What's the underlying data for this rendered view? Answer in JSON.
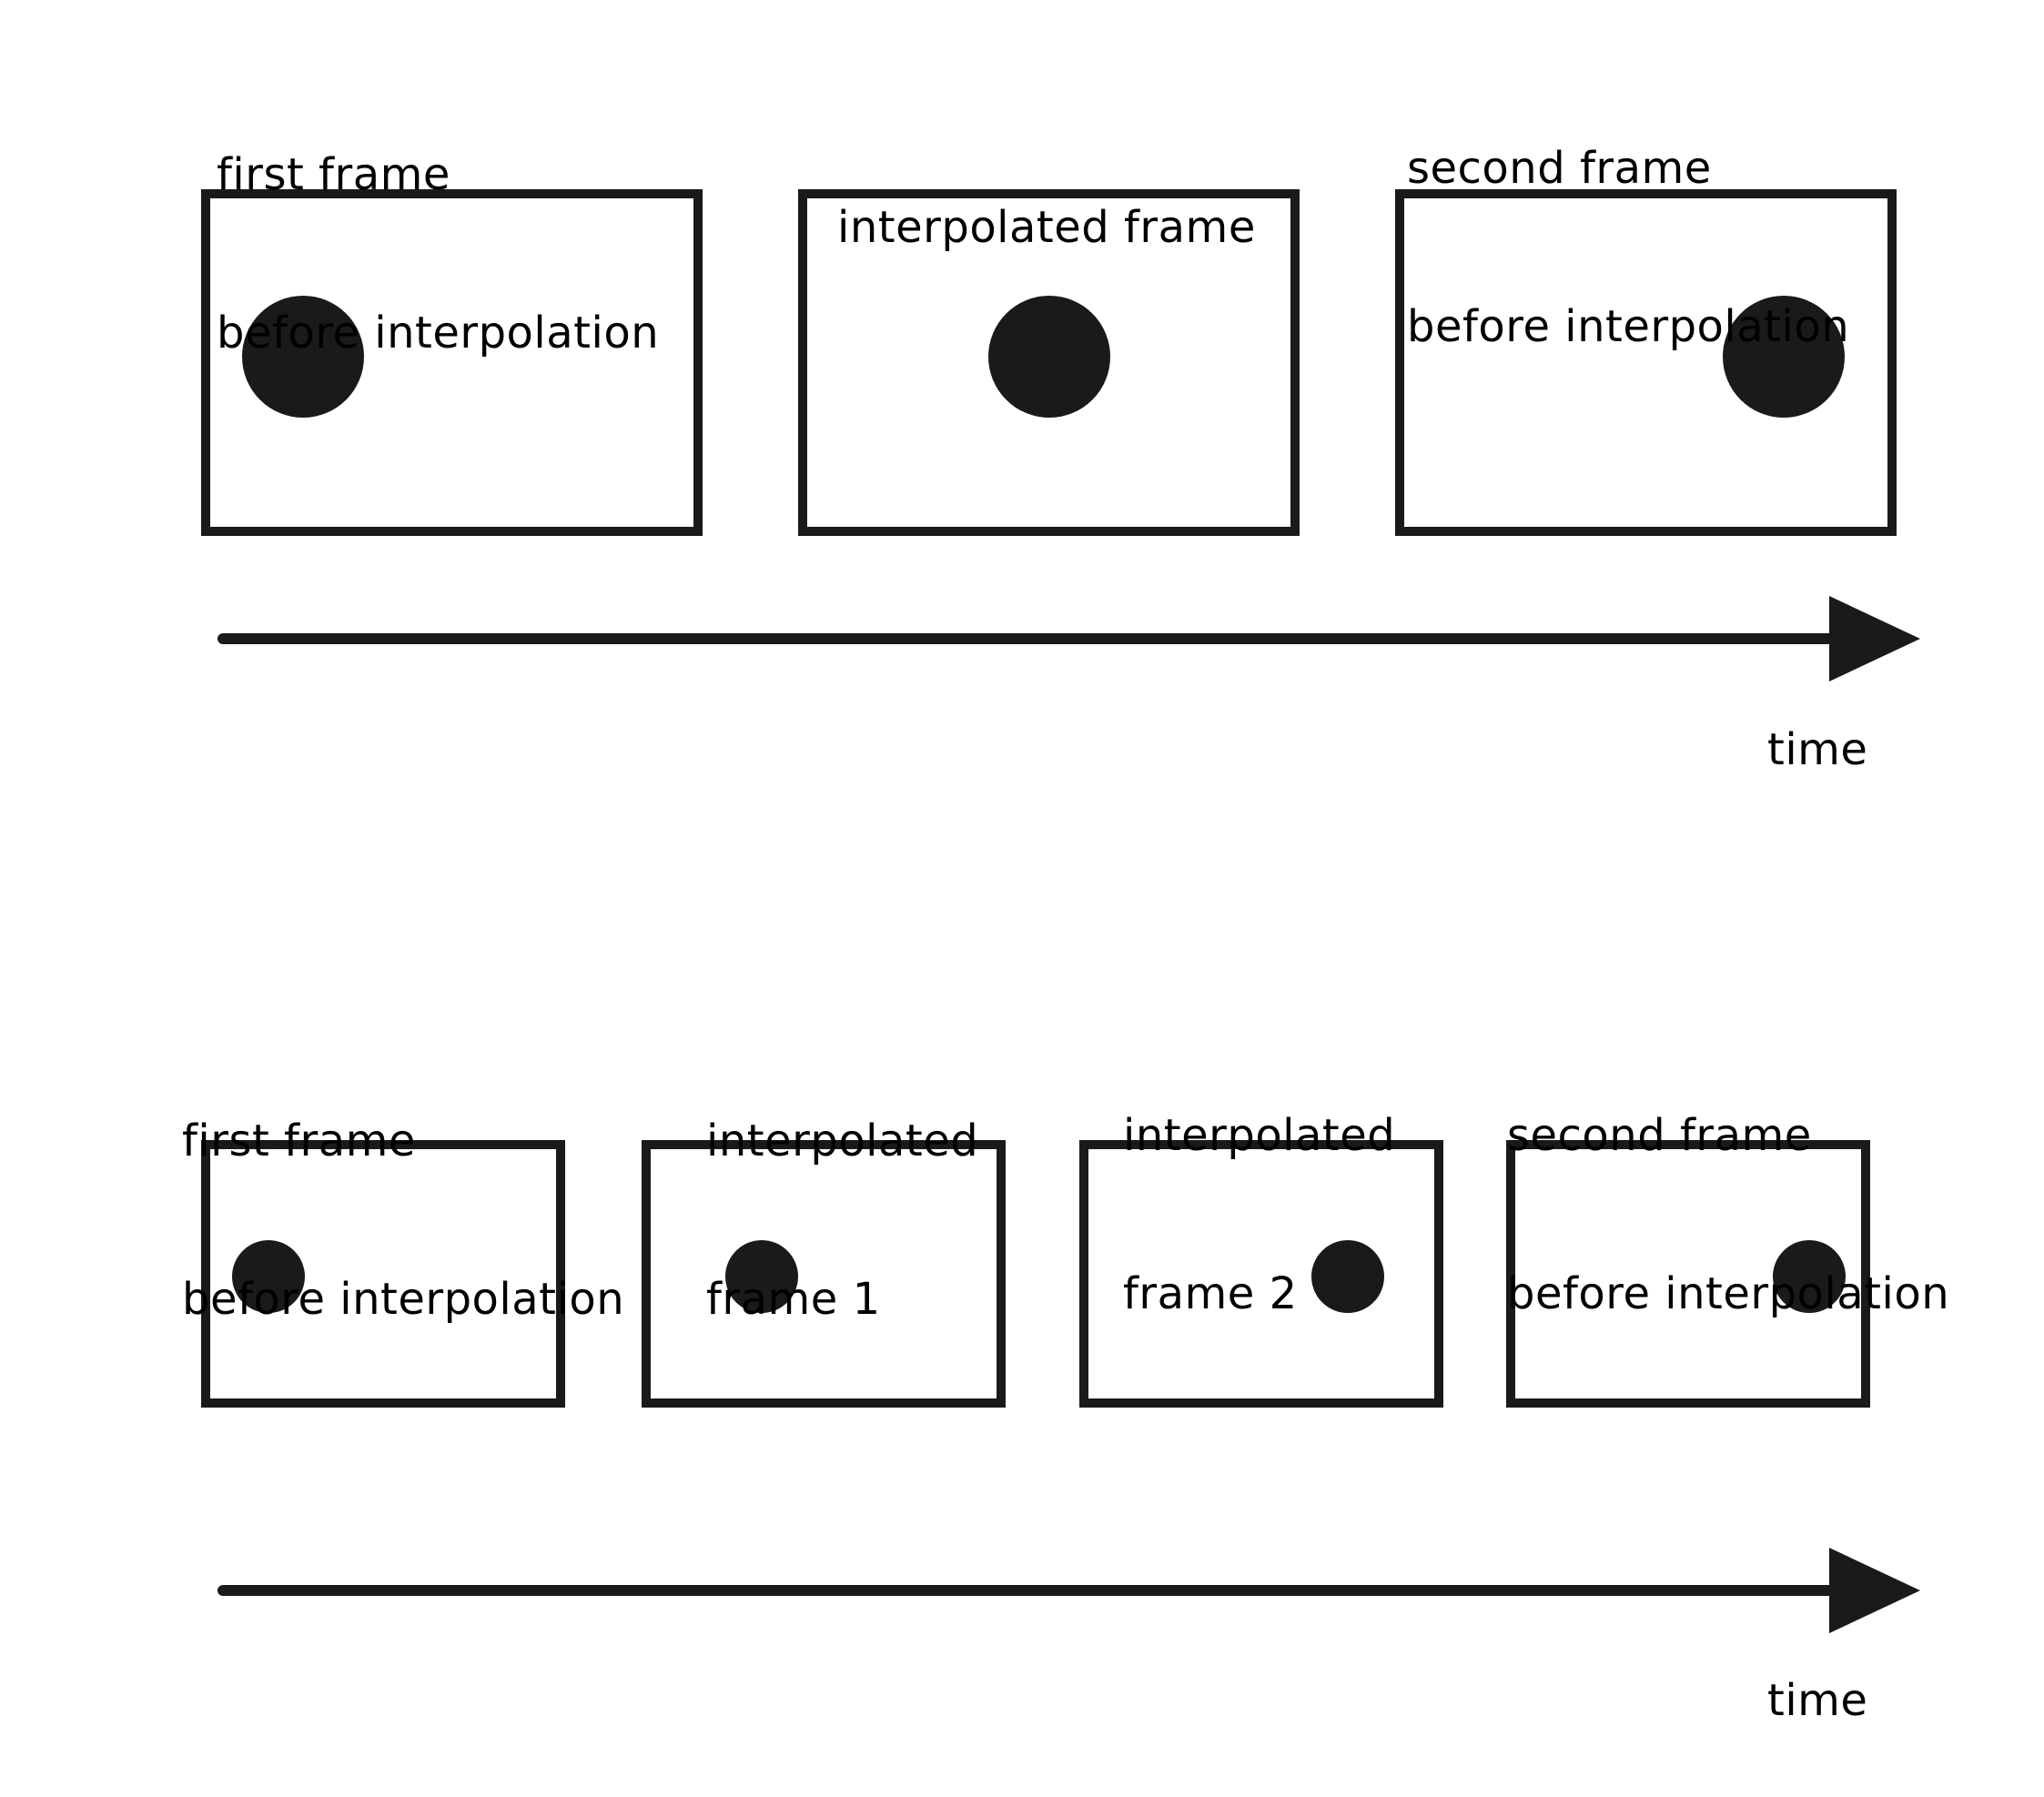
{
  "panel_top": {
    "frames": [
      {
        "label_line1": "first frame",
        "label_line2": "before interpolation"
      },
      {
        "label_line1": "interpolated frame",
        "label_line2": ""
      },
      {
        "label_line1": "second frame",
        "label_line2": "before interpolation"
      }
    ],
    "time_label": "time"
  },
  "panel_bottom": {
    "frames": [
      {
        "label_line1": "first frame",
        "label_line2": "before interpolation"
      },
      {
        "label_line1": "interpolated",
        "label_line2": "frame 1"
      },
      {
        "label_line1": "interpolated",
        "label_line2": "frame 2"
      },
      {
        "label_line1": "second frame",
        "label_line2": "before interpolation"
      }
    ],
    "time_label": "time"
  },
  "colors": {
    "stroke": "#1a1a1a",
    "fill": "#1a1a1a",
    "background": "#ffffff"
  }
}
